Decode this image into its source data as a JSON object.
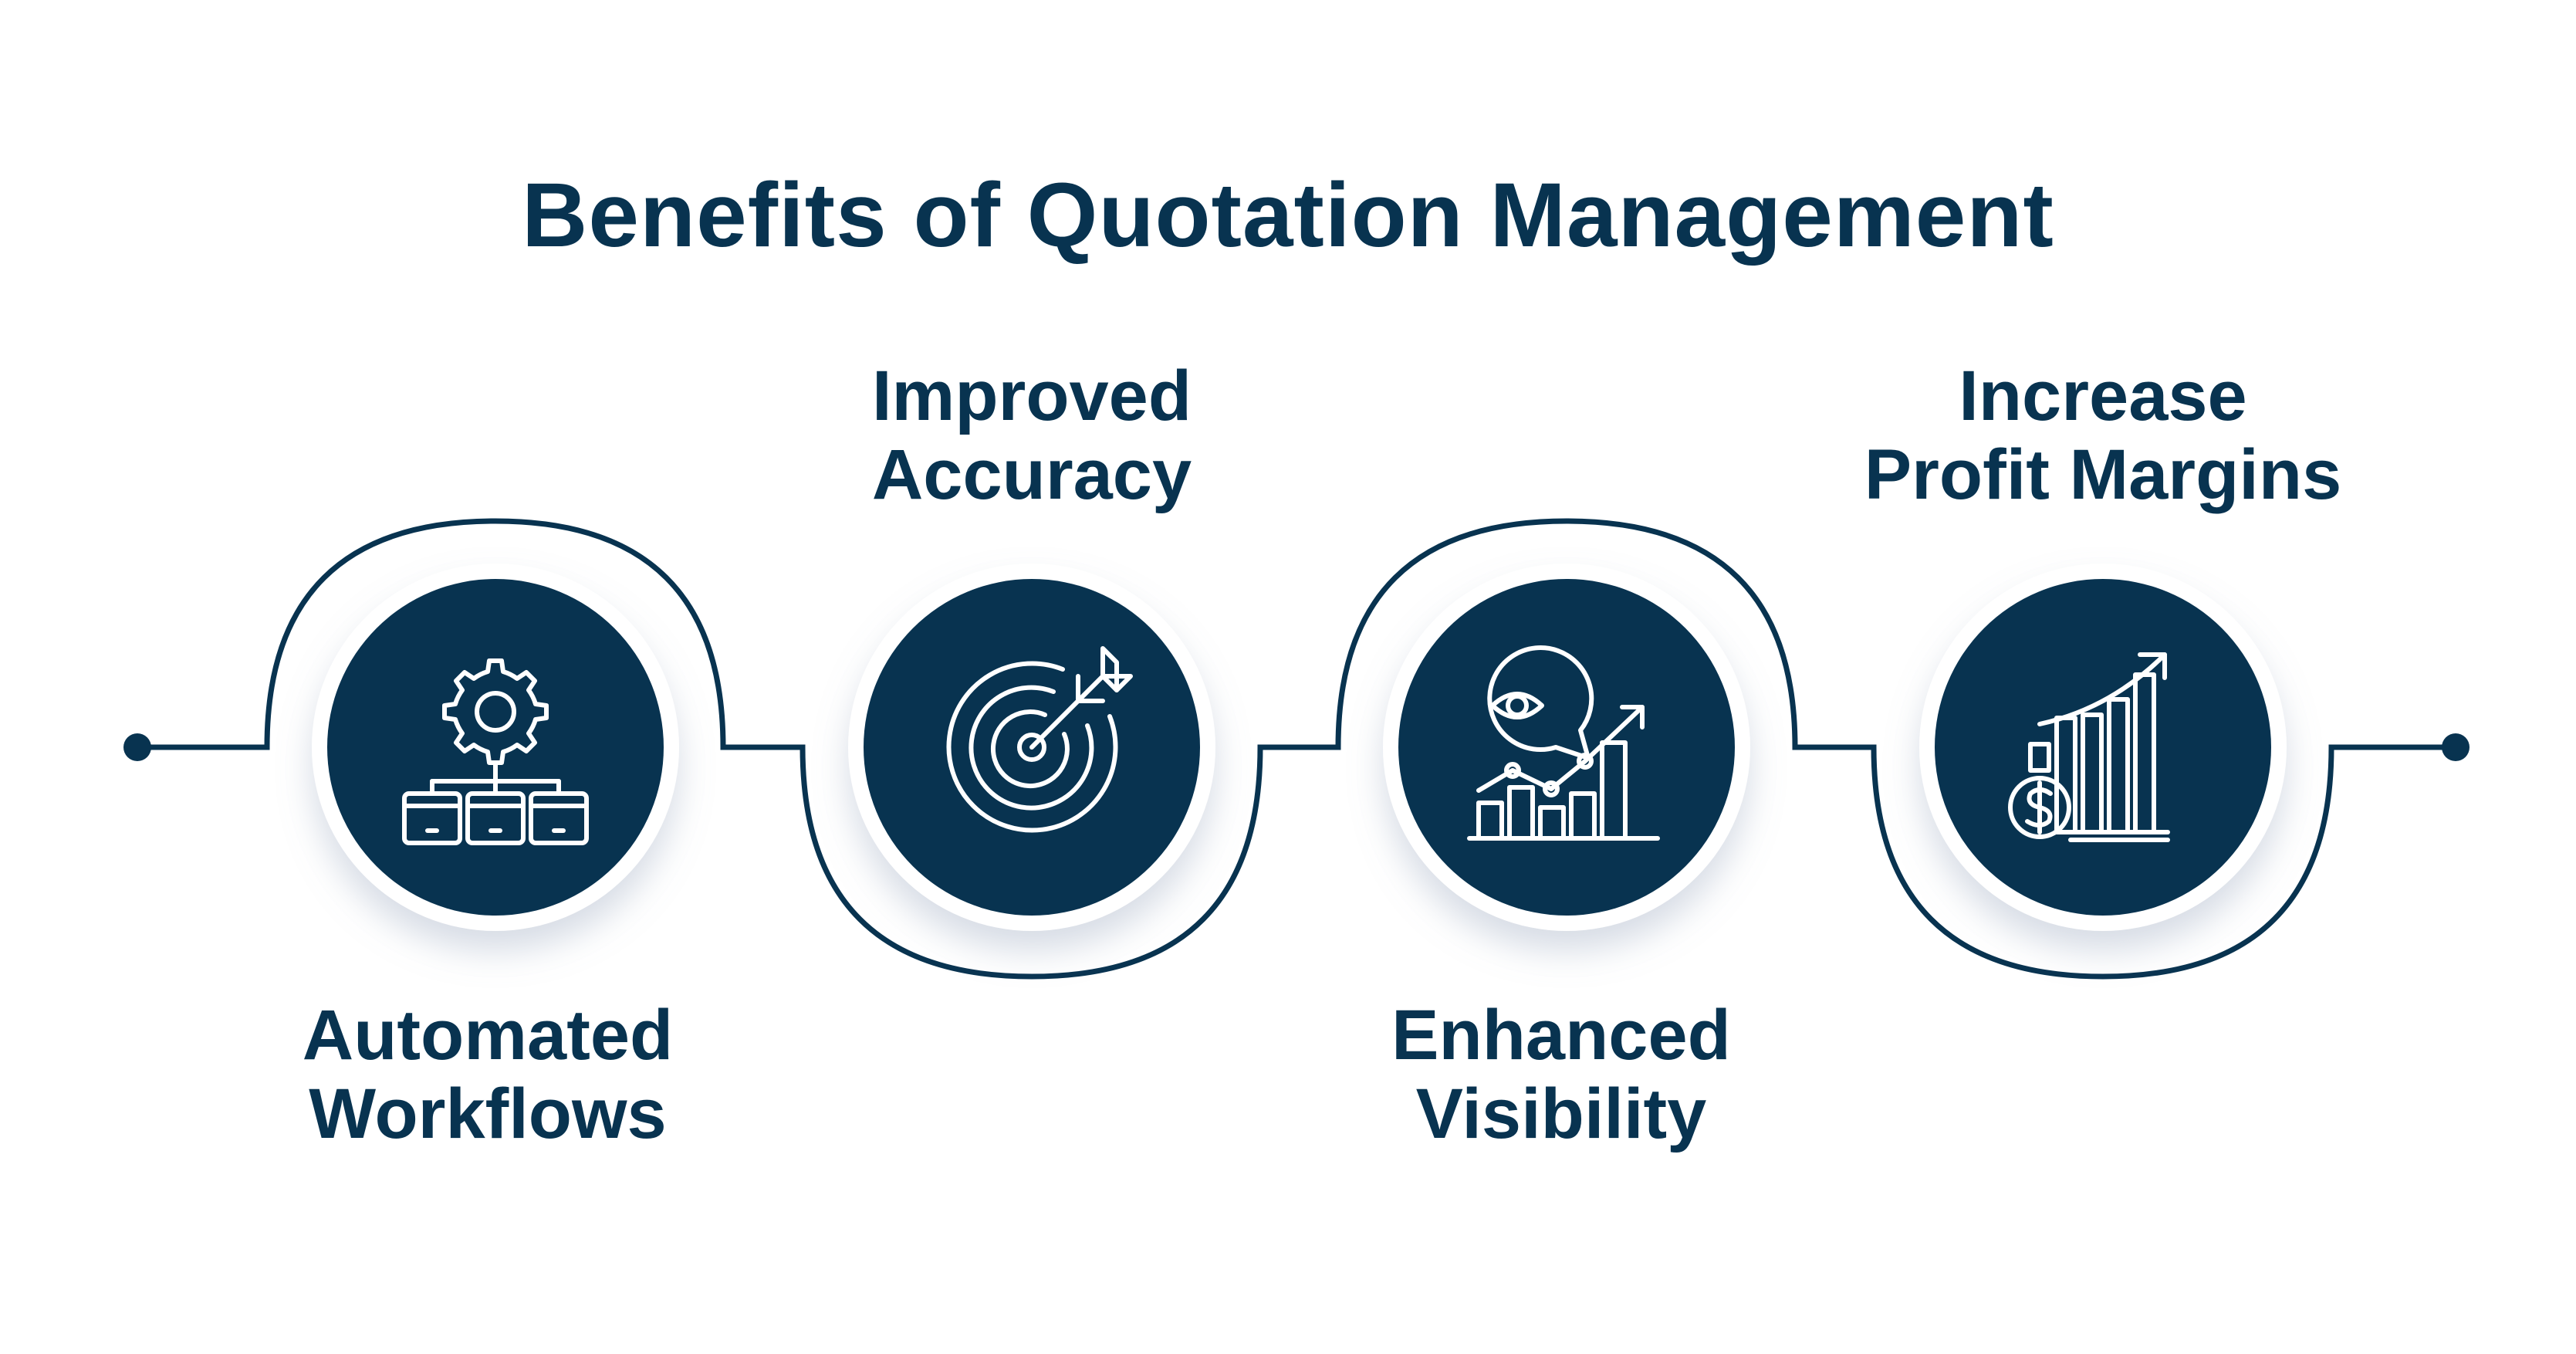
{
  "title": "Benefits of Quotation Management",
  "colors": {
    "primary": "#083350",
    "background": "#ffffff",
    "icon_stroke": "#ffffff"
  },
  "benefits": [
    {
      "line1": "Automated",
      "line2": "Workflows",
      "icon": "gear-workflow-boxes-icon"
    },
    {
      "line1": "Improved",
      "line2": "Accuracy",
      "icon": "target-arrow-icon"
    },
    {
      "line1": "Enhanced",
      "line2": "Visibility",
      "icon": "eye-growth-chart-icon"
    },
    {
      "line1": "Increase",
      "line2": "Profit Margins",
      "icon": "dollar-bar-chart-icon"
    }
  ]
}
